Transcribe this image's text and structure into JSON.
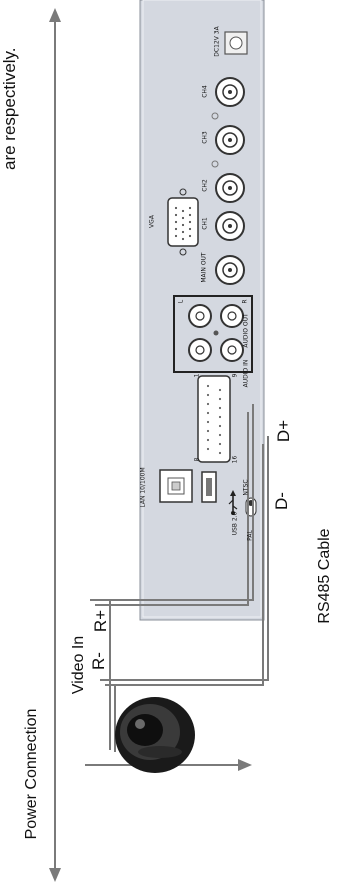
{
  "header_fragment": "are respectively.",
  "labels": {
    "power_connection": "Power Connection",
    "video_in": "Video In",
    "r_minus": "R-",
    "r_plus": "R+",
    "d_minus": "D-",
    "d_plus": "D+",
    "rs485_cable": "RS485 Cable"
  },
  "panel": {
    "dc_power": "DC12V 3A",
    "ch4": "CH4",
    "ch3": "CH3",
    "ch2": "CH2",
    "ch1": "CH1",
    "main_out": "MAIN OUT",
    "vga": "VGA",
    "audio_out": "AUDIO OUT",
    "audio_in": "AUDIO IN",
    "lan": "LAN 10/100M",
    "usb": "USB 2.0",
    "pal": "PAL",
    "ntsc": "NTSC",
    "pin_1": "1",
    "pin_8": "8",
    "pin_9": "9",
    "pin_16": "16",
    "rl_l": "L",
    "rl_r": "R"
  },
  "colors": {
    "panel_fill": "#d4d8e0",
    "line": "#7a7a7a",
    "port": "#4a4a4a"
  }
}
